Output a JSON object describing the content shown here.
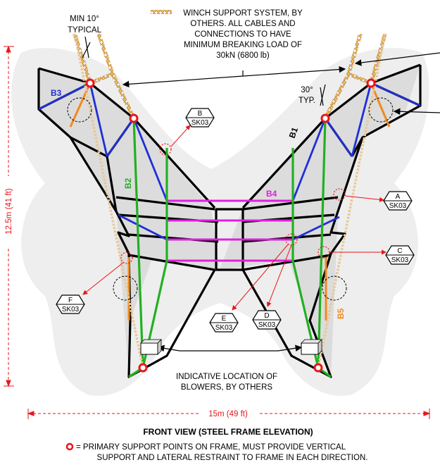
{
  "notes": {
    "min_angle_l1": "MIN 10°",
    "min_angle_l2": "TYPICAL",
    "winch_l1": "WINCH SUPPORT SYSTEM, BY",
    "winch_l2": "OTHERS. ALL CABLES AND",
    "winch_l3": "CONNECTIONS TO HAVE",
    "winch_l4": "MINIMUM BREAKING LOAD OF",
    "winch_l5": "30kN (6800 lb)",
    "angle_l1": "30°",
    "angle_l2": "TYP.",
    "blowers_l1": "INDICATIVE LOCATION OF",
    "blowers_l2": "BLOWERS, BY OTHERS"
  },
  "members": {
    "b1": "B1",
    "b2": "B2",
    "b3": "B3",
    "b4": "B4",
    "b5": "B5"
  },
  "details": [
    {
      "letter": "A",
      "sheet": "SK03"
    },
    {
      "letter": "B",
      "sheet": "SK03"
    },
    {
      "letter": "C",
      "sheet": "SK03"
    },
    {
      "letter": "D",
      "sheet": "SK03"
    },
    {
      "letter": "E",
      "sheet": "SK03"
    },
    {
      "letter": "F",
      "sheet": "SK03"
    }
  ],
  "dimensions": {
    "height": "12.5m (41 ft)",
    "width": "15m (49 ft)"
  },
  "title": "FRONT VIEW (STEEL FRAME ELEVATION)",
  "legend": {
    "line1": "= PRIMARY SUPPORT POINTS ON FRAME, MUST PROVIDE VERTICAL",
    "line2": "SUPPORT AND LATERAL RESTRAINT TO FRAME IN EACH DIRECTION."
  },
  "colors": {
    "frame": "#000000",
    "b1_green": "#22b022",
    "b3_blue": "#1f2fd6",
    "b4_magenta": "#e020e0",
    "b5_orange": "#f08a1e",
    "winch": "#f0a020",
    "support_point": "#e8161b",
    "dimension": "#e8161b"
  }
}
